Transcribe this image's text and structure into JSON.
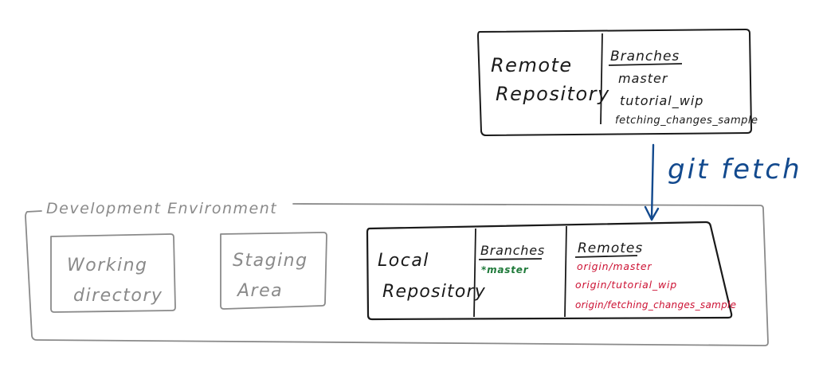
{
  "remote": {
    "title_line1": "Remote",
    "title_line2": "Repository",
    "branches_heading": "Branches",
    "branches": [
      "master",
      "tutorial_wip",
      "fetching_changes_sample"
    ]
  },
  "command": {
    "label": "git fetch"
  },
  "environment": {
    "label": "Development Environment"
  },
  "working_directory": {
    "line1": "Working",
    "line2": "directory"
  },
  "staging_area": {
    "line1": "Staging",
    "line2": "Area"
  },
  "local": {
    "title_line1": "Local",
    "title_line2": "Repository",
    "branches_heading": "Branches",
    "branches": [
      "*master"
    ],
    "remotes_heading": "Remotes",
    "remotes": [
      "origin/master",
      "origin/tutorial_wip",
      "origin/fetching_changes_sample"
    ]
  },
  "colors": {
    "ink": "#1a1a1a",
    "environment_grey": "#8a8a8a",
    "current_branch_green": "#1f7a3a",
    "remote_branch_red": "#cc1133",
    "command_blue": "#134a8e"
  }
}
